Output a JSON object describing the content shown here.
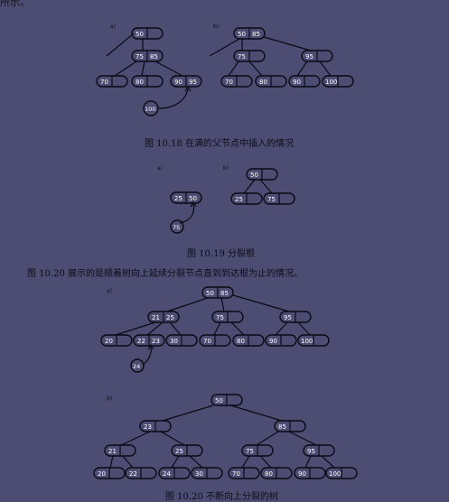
{
  "top_fragment": "所示。",
  "fig_10_18": {
    "label_a": "a)",
    "label_b": "b)",
    "a": {
      "root": [
        "50",
        ""
      ],
      "mid": [
        "75",
        "85"
      ],
      "leaves": [
        [
          "70",
          ""
        ],
        [
          "80",
          ""
        ],
        [
          "90",
          "95"
        ]
      ],
      "insert": "100"
    },
    "b": {
      "root": [
        "50",
        "85"
      ],
      "mid_left": [
        "75",
        ""
      ],
      "mid_right": [
        "95",
        ""
      ],
      "leaves": [
        [
          "70",
          ""
        ],
        [
          "80",
          ""
        ],
        [
          "90",
          ""
        ],
        [
          "100",
          ""
        ]
      ]
    },
    "caption": "图 10.18   在满的父节点中插入的情况"
  },
  "fig_10_19": {
    "label_a": "a)",
    "label_b": "b)",
    "a": {
      "node": [
        "25",
        "50"
      ],
      "insert": "75"
    },
    "b": {
      "root": [
        "50",
        ""
      ],
      "leaves": [
        [
          "25",
          ""
        ],
        [
          "75",
          ""
        ]
      ]
    },
    "caption": "图 10.19   分裂根"
  },
  "paragraph": "图 10.20 展示的是顺着树向上延续分裂节点直到到达根为止的情况。",
  "fig_10_20": {
    "label_a": "a)",
    "label_b": "b)",
    "a": {
      "root": [
        "50",
        "85"
      ],
      "mid": [
        [
          "21",
          "25"
        ],
        [
          "75",
          ""
        ],
        [
          "95",
          ""
        ]
      ],
      "leaves": [
        [
          "20",
          ""
        ],
        [
          "22",
          "23"
        ],
        [
          "30",
          ""
        ],
        [
          "70",
          ""
        ],
        [
          "80",
          ""
        ],
        [
          "90",
          ""
        ],
        [
          "100",
          ""
        ]
      ],
      "insert": "24"
    },
    "b": {
      "root": [
        "50",
        ""
      ],
      "level1": [
        [
          "23",
          ""
        ],
        [
          "85",
          ""
        ]
      ],
      "level2": [
        [
          "21",
          ""
        ],
        [
          "25",
          ""
        ],
        [
          "75",
          ""
        ],
        [
          "95",
          ""
        ]
      ],
      "leaves": [
        [
          "20",
          ""
        ],
        [
          "22",
          ""
        ],
        [
          "24",
          ""
        ],
        [
          "30",
          ""
        ],
        [
          "70",
          ""
        ],
        [
          "80",
          ""
        ],
        [
          "90",
          ""
        ],
        [
          "100",
          ""
        ]
      ]
    },
    "caption": "图 10.20   不断向上分裂的树"
  }
}
